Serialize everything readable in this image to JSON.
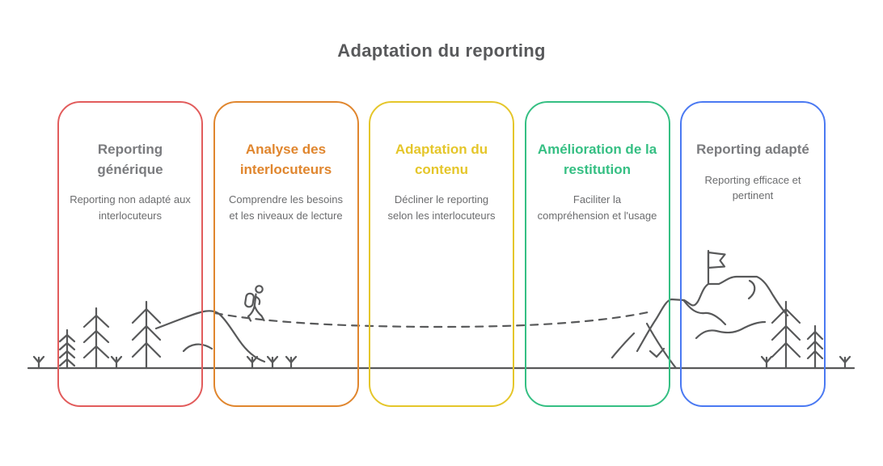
{
  "page": {
    "title": "Adaptation du reporting",
    "title_color": "#58595b",
    "background": "#ffffff"
  },
  "cards": [
    {
      "id": "reporting-generique",
      "border_color": "#e25c5c",
      "title": "Reporting générique",
      "title_color": "#7a7b7e",
      "desc": "Reporting non adapté aux interlocuteurs"
    },
    {
      "id": "analyse-des-interlocuteurs",
      "border_color": "#e0862e",
      "title": "Analyse des interlocuteurs",
      "title_color": "#e0862e",
      "desc": "Comprendre les besoins et les niveaux de lecture"
    },
    {
      "id": "adaptation-du-contenu",
      "border_color": "#e5c62a",
      "title": "Adaptation du contenu",
      "title_color": "#e5c62a",
      "desc": "Décliner le reporting selon les interlocuteurs"
    },
    {
      "id": "amelioration-de-la-restitution",
      "border_color": "#35bf83",
      "title": "Amélioration de la restitution",
      "title_color": "#35bf83",
      "desc": "Faciliter la compréhension et l'usage"
    },
    {
      "id": "reporting-adapte",
      "border_color": "#4a79f2",
      "title": "Reporting adapté",
      "title_color": "#7a7b7e",
      "desc": "Reporting efficace et pertinent"
    }
  ],
  "illustration": {
    "stroke_color": "#58595a",
    "elements": [
      "ground-line",
      "grass-sprouts",
      "pine-trees-left",
      "hill",
      "hiker",
      "dashed-trail",
      "mountain",
      "summit-flag",
      "pine-trees-right"
    ]
  }
}
